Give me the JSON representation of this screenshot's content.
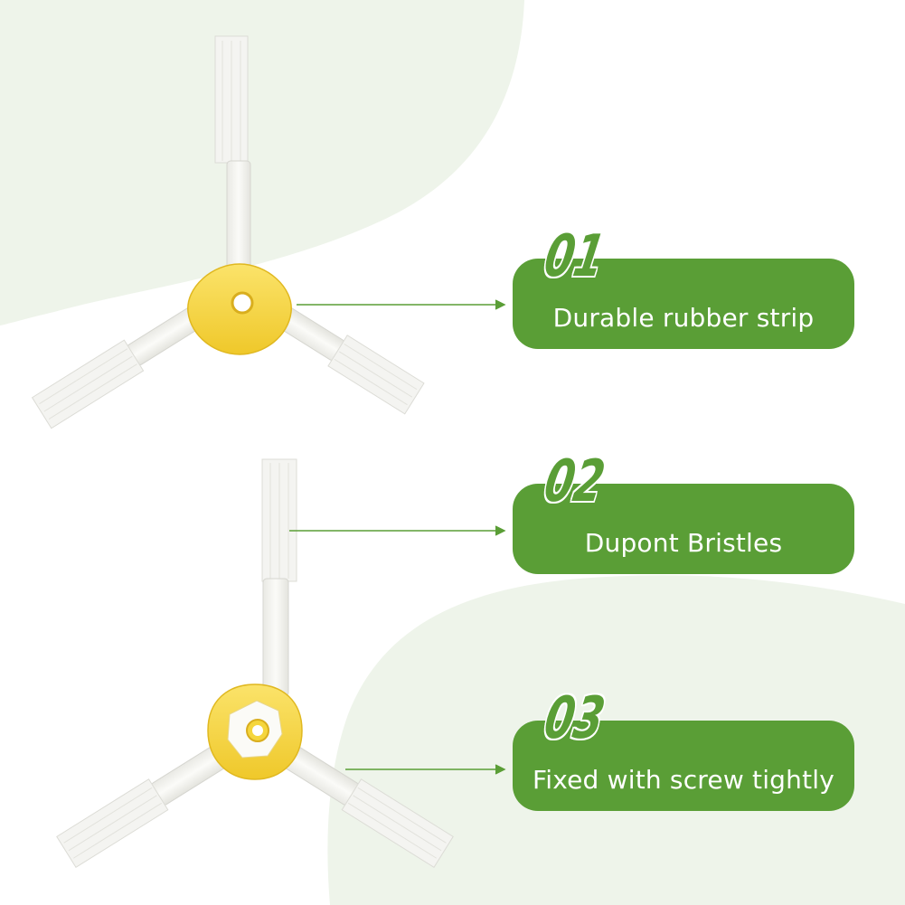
{
  "colors": {
    "accent_green": "#5a9e36",
    "background_tint": "#eef4ea",
    "hub_yellow": "#f5d63d",
    "bristle_white": "#f7f7f4"
  },
  "features": [
    {
      "number": "01",
      "label": "Durable rubber strip"
    },
    {
      "number": "02",
      "label": "Dupont Bristles"
    },
    {
      "number": "03",
      "label": "Fixed with screw tightly"
    }
  ],
  "icons": {
    "brush_top": "side-brush-front-view-image",
    "brush_bottom": "side-brush-back-view-image",
    "arrows": "arrow-right-icon"
  }
}
